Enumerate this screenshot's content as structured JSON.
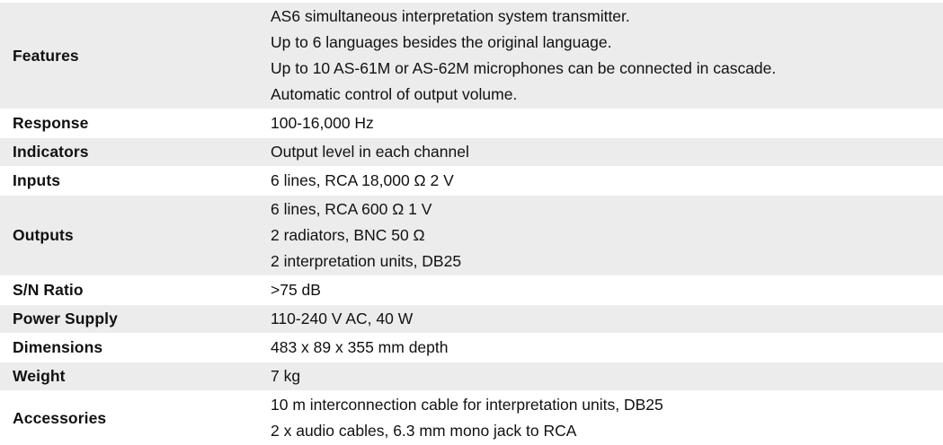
{
  "colors": {
    "row_shade": "#ececec",
    "row_base": "#ffffff",
    "text": "#111111"
  },
  "table": {
    "rows": [
      {
        "label": "Features",
        "values": [
          "AS6 simultaneous interpretation system transmitter.",
          "Up to 6 languages besides the original language.",
          "Up to 10 AS-61M or AS-62M microphones can be connected in cascade.",
          "Automatic control of output volume."
        ]
      },
      {
        "label": "Response",
        "values": [
          "100-16,000 Hz"
        ]
      },
      {
        "label": "Indicators",
        "values": [
          "Output level in each channel"
        ]
      },
      {
        "label": "Inputs",
        "values": [
          "6 lines, RCA 18,000 Ω 2 V"
        ]
      },
      {
        "label": "Outputs",
        "values": [
          "6 lines, RCA 600 Ω 1 V",
          "2 radiators, BNC 50 Ω",
          "2 interpretation units, DB25"
        ]
      },
      {
        "label": "S/N Ratio",
        "values": [
          ">75 dB"
        ]
      },
      {
        "label": "Power Supply",
        "values": [
          "110-240 V AC, 40 W"
        ]
      },
      {
        "label": "Dimensions",
        "values": [
          "483 x 89 x 355 mm depth"
        ]
      },
      {
        "label": "Weight",
        "values": [
          "7 kg"
        ]
      },
      {
        "label": "Accessories",
        "values": [
          "10 m interconnection cable for interpretation units, DB25",
          "2 x audio cables, 6.3 mm mono jack to RCA"
        ]
      }
    ]
  }
}
